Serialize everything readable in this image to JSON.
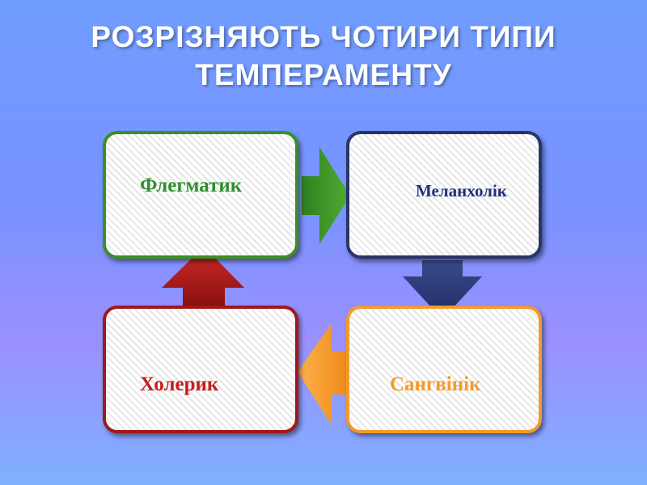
{
  "title": {
    "line1": "РОЗРІЗНЯЮТЬ ЧОТИРИ ТИПИ",
    "line2": "ТЕМПЕРАМЕНТУ"
  },
  "boxes": [
    {
      "label": "Флегматик",
      "color": "#2f8f2f"
    },
    {
      "label": "Меланхолік",
      "color": "#1f2f7f"
    },
    {
      "label": "Сангвінік",
      "color": "#f59a2a"
    },
    {
      "label": "Холерик",
      "color": "#c41e1e"
    }
  ],
  "arrows": [
    {
      "from": "Флегматик",
      "to": "Меланхолік",
      "color": "#3f8f1f"
    },
    {
      "from": "Меланхолік",
      "to": "Сангвінік",
      "color": "#2f3f7f"
    },
    {
      "from": "Сангвінік",
      "to": "Холерик",
      "color": "#f59a2a"
    },
    {
      "from": "Холерик",
      "to": "Флегматик",
      "color": "#b02020"
    }
  ]
}
